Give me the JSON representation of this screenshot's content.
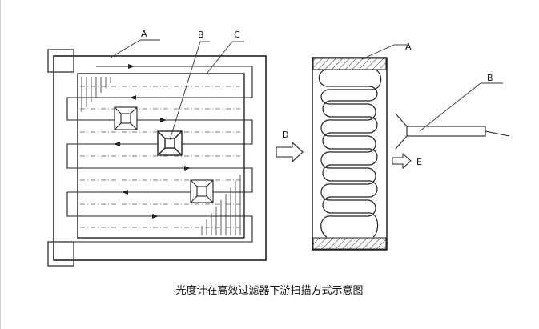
{
  "labels": {
    "left_a": "A",
    "left_b": "B",
    "left_c": "C",
    "right_a": "A",
    "right_b": "B",
    "arrow_d": "D",
    "arrow_e": "E"
  },
  "caption": "光度计在高效过滤器下游扫描方式示意图"
}
